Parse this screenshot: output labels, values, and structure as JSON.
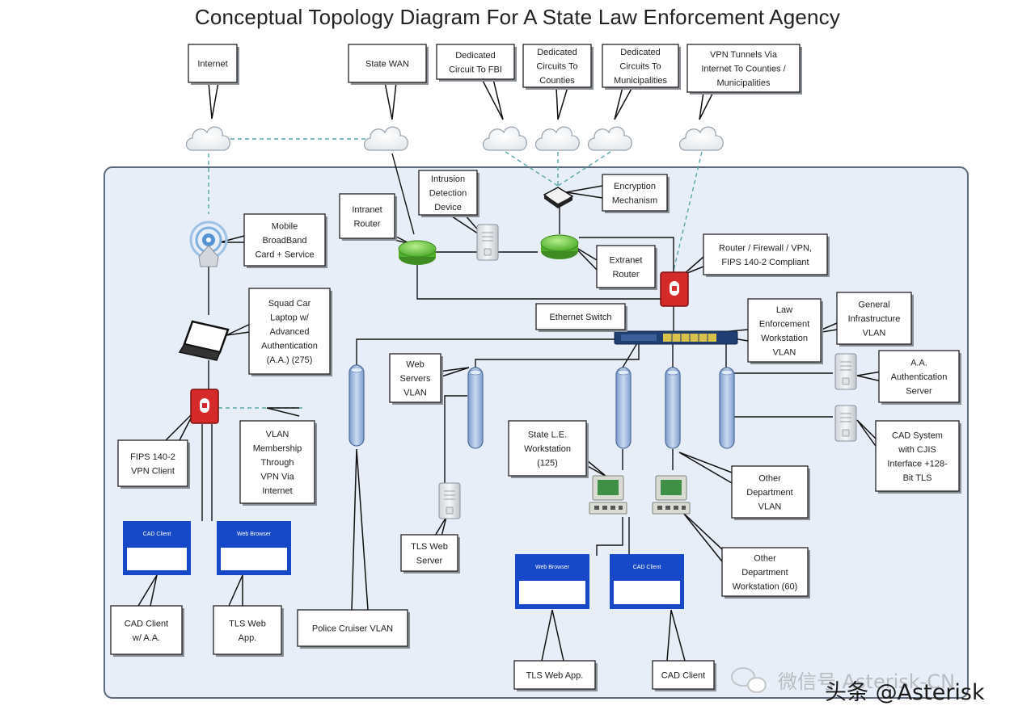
{
  "title": "Conceptual Topology Diagram For A State Law Enforcement Agency",
  "callouts": {
    "internet": [
      "Internet"
    ],
    "state_wan": [
      "State WAN"
    ],
    "circuit_fbi": [
      "Dedicated",
      "Circuit To FBI"
    ],
    "circuits_counties": [
      "Dedicated",
      "Circuits To",
      "Counties"
    ],
    "circuits_municipalities": [
      "Dedicated",
      "Circuits To",
      "Municipalities"
    ],
    "vpn_tunnels": [
      "VPN Tunnels Via",
      "Internet To Counties /",
      "Municipalities"
    ],
    "intranet_router": [
      "Intranet",
      "Router"
    ],
    "intrusion_detection": [
      "Intrusion",
      "Detection",
      "Device"
    ],
    "encryption": [
      "Encryption",
      "Mechanism"
    ],
    "extranet_router": [
      "Extranet",
      "Router"
    ],
    "router_firewall": [
      "Router / Firewall / VPN,",
      "FIPS 140-2 Compliant"
    ],
    "mobile_broadband": [
      "Mobile",
      "BroadBand",
      "Card + Service"
    ],
    "squad_car": [
      "Squad Car",
      "Laptop w/",
      "Advanced",
      "Authentication",
      "(A.A.) (275)"
    ],
    "ethernet_switch": [
      "Ethernet Switch"
    ],
    "le_workstation_vlan": [
      "Law",
      "Enforcement",
      "Workstation",
      "VLAN"
    ],
    "general_infra_vlan": [
      "General",
      "Infrastructure",
      "VLAN"
    ],
    "aa_server": [
      "A.A.",
      "Authentication",
      "Server"
    ],
    "web_servers_vlan": [
      "Web",
      "Servers",
      "VLAN"
    ],
    "vlan_membership": [
      "VLAN",
      "Membership",
      "Through",
      "VPN Via",
      "Internet"
    ],
    "fips_vpn_client": [
      "FIPS 140-2",
      "VPN Client"
    ],
    "state_le_workstation": [
      "State L.E.",
      "Workstation",
      "(125)"
    ],
    "cad_system": [
      "CAD System",
      "with CJIS",
      "Interface +128-",
      "Bit TLS"
    ],
    "other_dept_vlan": [
      "Other",
      "Department",
      "VLAN"
    ],
    "other_dept_workstation": [
      "Other",
      "Department",
      "Workstation (60)"
    ],
    "tls_web_server": [
      "TLS Web",
      "Server"
    ],
    "cad_client_aa": [
      "CAD Client",
      "w/ A.A."
    ],
    "tls_web_app_left": [
      "TLS Web",
      "App."
    ],
    "police_cruiser_vlan": [
      "Police Cruiser VLAN"
    ],
    "tls_web_app_bottom": [
      "TLS Web App."
    ],
    "cad_client_bottom": [
      "CAD Client"
    ]
  },
  "windows": {
    "cad_client_left": "CAD Client",
    "web_browser_left": "Web Browser",
    "web_browser_center": "Web Browser",
    "cad_client_center": "CAD Client"
  },
  "watermark": {
    "wechat": "微信号 Asterisk-CN",
    "credit": "头条 @Asterisk"
  },
  "colors": {
    "panel": "#e8eef7",
    "router_green": "#6cc644",
    "firewall_red": "#d42a2a",
    "pipe_blue": "#a9c1e0",
    "window_blue": "#1648c8",
    "link_dashed": "#55a8a8"
  }
}
